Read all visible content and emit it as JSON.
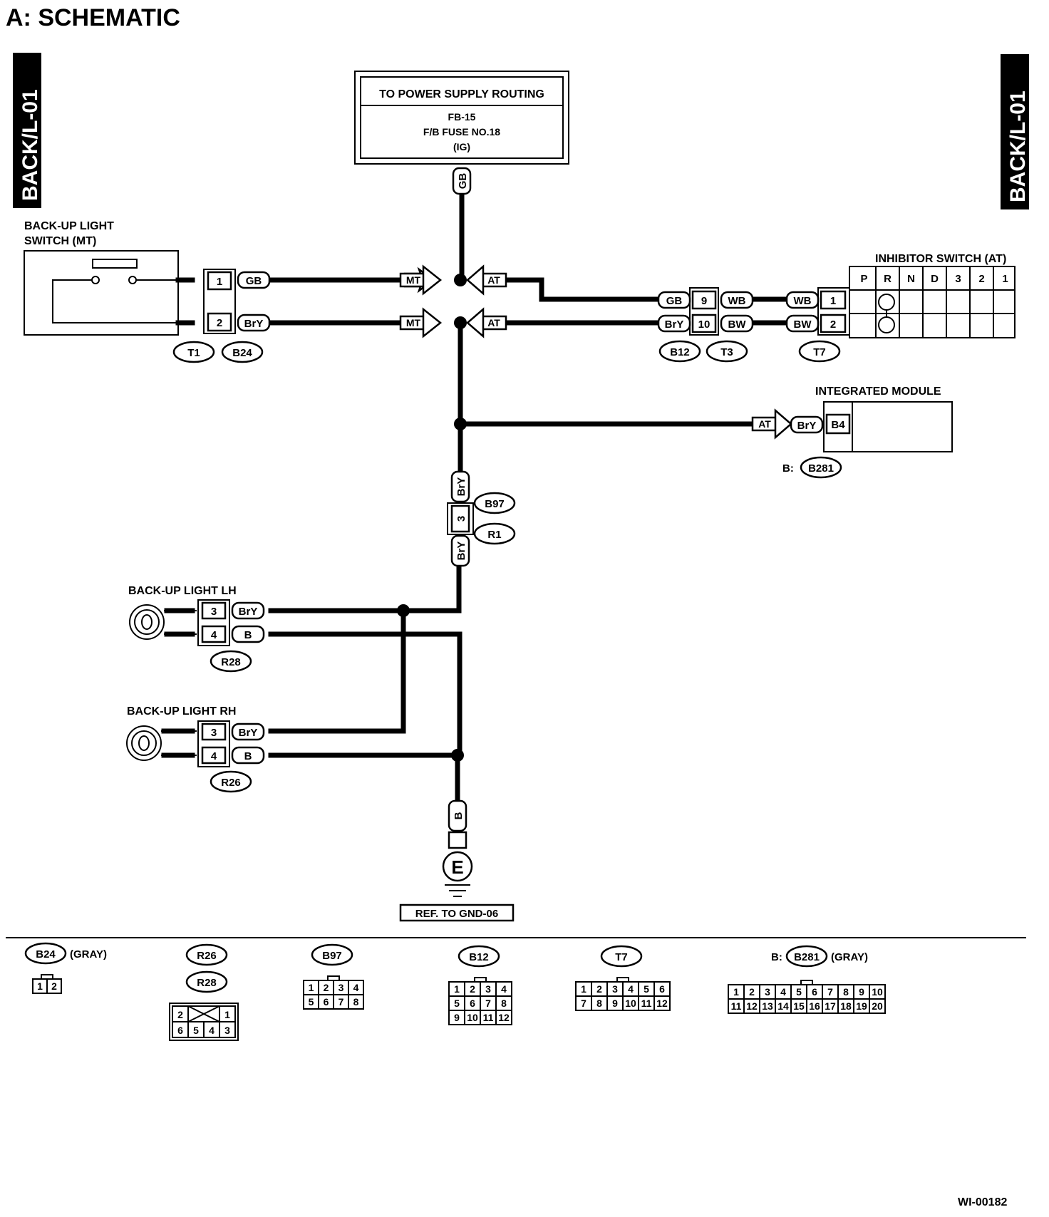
{
  "heading": "A:  SCHEMATIC",
  "side_tag_left": "BACK/L-01",
  "side_tag_right": "BACK/L-01",
  "power_box": {
    "title": "TO POWER SUPPLY ROUTING",
    "line1": "FB-15",
    "line2": "F/B FUSE NO.18",
    "line3": "(IG)"
  },
  "components": {
    "backup_switch_line1": "BACK-UP LIGHT",
    "backup_switch_line2": "SWITCH (MT)",
    "inhibitor_switch": "INHIBITOR SWITCH (AT)",
    "integrated_module": "INTEGRATED MODULE",
    "backup_light_lh": "BACK-UP LIGHT LH",
    "backup_light_rh": "BACK-UP LIGHT RH",
    "ground_symbol": "E",
    "ground_ref": "REF. TO GND-06"
  },
  "gear_positions": [
    "P",
    "R",
    "N",
    "D",
    "3",
    "2",
    "1"
  ],
  "wire_colors": {
    "gb": "GB",
    "bry": "BrY",
    "wb": "WB",
    "bw": "BW",
    "b": "B"
  },
  "variant_flags": {
    "mt": "MT",
    "at": "AT"
  },
  "pins": {
    "one": "1",
    "two": "2",
    "three": "3",
    "four": "4",
    "nine": "9",
    "ten": "10",
    "b4": "B4"
  },
  "connectors": {
    "t1": "T1",
    "b24": "B24",
    "b12": "B12",
    "t3": "T3",
    "t7": "T7",
    "b97": "B97",
    "r1": "R1",
    "r28": "R28",
    "r26": "R26",
    "b281": "B281",
    "b_prefix": "B:"
  },
  "legend": {
    "b24_color": "(GRAY)",
    "b281_color": "(GRAY)",
    "b24_pins": [
      "1",
      "2"
    ],
    "r_pins_top": [
      "2",
      "1"
    ],
    "r_pins_bottom": [
      "6",
      "5",
      "4",
      "3"
    ],
    "b97_pins": [
      [
        "1",
        "2",
        "3",
        "4"
      ],
      [
        "5",
        "6",
        "7",
        "8"
      ]
    ],
    "b12_pins": [
      [
        "1",
        "2",
        "3",
        "4"
      ],
      [
        "5",
        "6",
        "7",
        "8"
      ],
      [
        "9",
        "10",
        "11",
        "12"
      ]
    ],
    "t7_pins": [
      [
        "1",
        "2",
        "3",
        "4",
        "5",
        "6"
      ],
      [
        "7",
        "8",
        "9",
        "10",
        "11",
        "12"
      ]
    ],
    "b281_pins": [
      [
        "1",
        "2",
        "3",
        "4",
        "5",
        "6",
        "7",
        "8",
        "9",
        "10"
      ],
      [
        "11",
        "12",
        "13",
        "14",
        "15",
        "16",
        "17",
        "18",
        "19",
        "20"
      ]
    ]
  },
  "figure_id": "WI-00182"
}
